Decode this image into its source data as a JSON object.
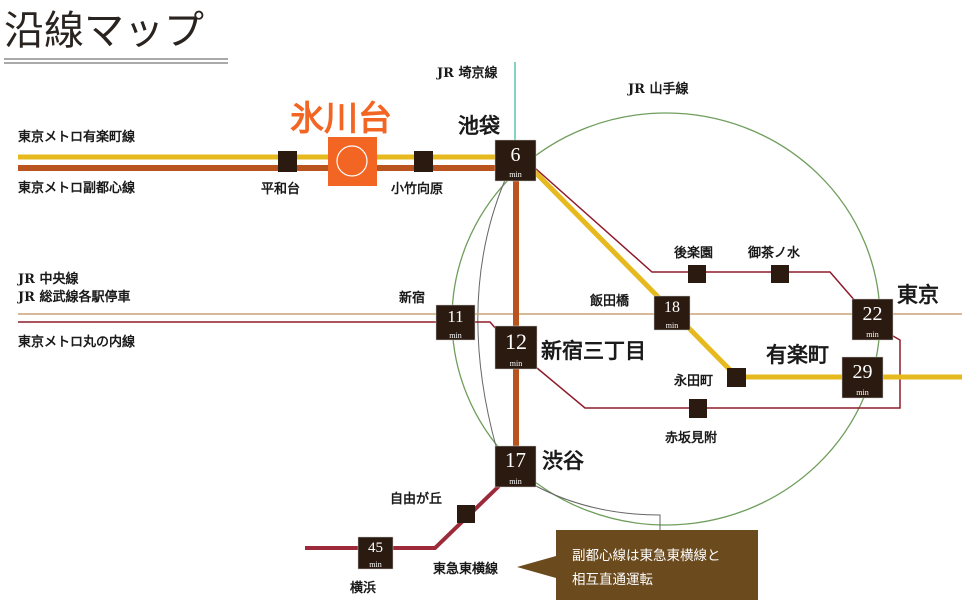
{
  "title": "沿線マップ",
  "colors": {
    "yurakucho": "#e6b91e",
    "fukutoshin": "#b9541f",
    "marunouchi": "#8e1b2c",
    "tokyu": "#9c2a3a",
    "yamanote": "#6f9e5c",
    "saikyo": "#5cc2ac",
    "chuo": "#c9a476",
    "station": "#2a1a10",
    "highlight": "#f26522",
    "callout": "#6b4a1d"
  },
  "lines": {
    "yurakucho": "東京メトロ有楽町線",
    "fukutoshin": "東京メトロ副都心線",
    "chuo": "JR 中央線",
    "sobu": "JR 総武線各駅停車",
    "marunouchi": "東京メトロ丸の内線",
    "saikyo": "JR 埼京線",
    "yamanote": "JR 山手線",
    "toyoko": "東急東横線"
  },
  "stations": {
    "hikawadai": "氷川台",
    "heiwadai": "平和台",
    "kotake": "小竹向原",
    "ikebukuro": {
      "name": "池袋",
      "time": "6",
      "unit": "min"
    },
    "shinjuku": {
      "name": "新宿",
      "time": "11",
      "unit": "min"
    },
    "shinjuku3": {
      "name": "新宿三丁目",
      "time": "12",
      "unit": "min"
    },
    "iidabashi": {
      "name": "飯田橋",
      "time": "18",
      "unit": "min"
    },
    "tokyo": {
      "name": "東京",
      "time": "22",
      "unit": "min"
    },
    "yurakucho": {
      "name": "有楽町",
      "time": "29",
      "unit": "min"
    },
    "shibuya": {
      "name": "渋谷",
      "time": "17",
      "unit": "min"
    },
    "yokohama": {
      "name": "横浜",
      "time": "45",
      "unit": "min"
    },
    "korakuen": "後楽園",
    "ochanomizu": "御茶ノ水",
    "nagatacho": "永田町",
    "akasaka": "赤坂見附",
    "jiyugaoka": "自由が丘"
  },
  "callout": {
    "line1": "副都心線は東急東横線と",
    "line2": "相互直通運転"
  }
}
